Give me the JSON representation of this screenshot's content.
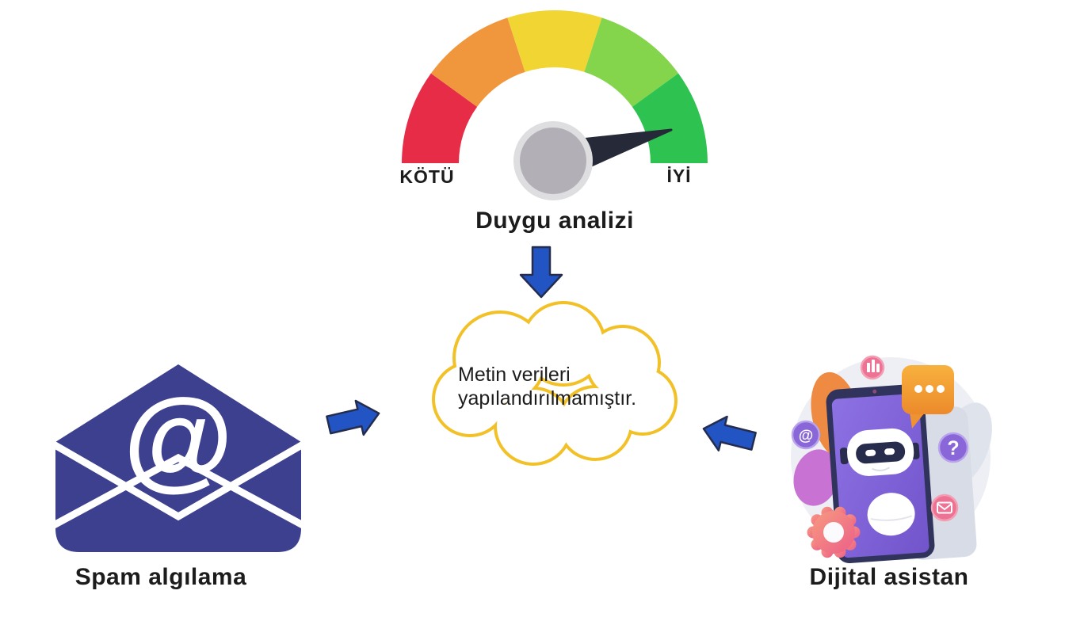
{
  "page": {
    "background": "#ffffff"
  },
  "gauge": {
    "title": "Duygu analizi",
    "label_left": "KÖTÜ",
    "label_right": "İYİ",
    "segments": [
      {
        "name": "red",
        "color": "#e72c48"
      },
      {
        "name": "orange",
        "color": "#f0973d"
      },
      {
        "name": "yellow",
        "color": "#f1d532"
      },
      {
        "name": "light-green",
        "color": "#84d44c"
      },
      {
        "name": "green",
        "color": "#2ec250"
      }
    ],
    "needle_color": "#262a38",
    "hub_fill": "#b2b0b6",
    "hub_ring": "#dedde0"
  },
  "cloud": {
    "line1": "Metin verileri",
    "line2": "yapılandırılmamıştır.",
    "outline_color": "#f2c128",
    "fill": "#ffffff"
  },
  "arrows": {
    "fill": "#2254c4",
    "outline": "#252d4f"
  },
  "spam": {
    "label": "Spam algılama",
    "envelope_color": "#3c408f",
    "fold_color": "#ffffff",
    "at_symbol": "@"
  },
  "assistant": {
    "label": "Dijital asistan",
    "at_badge": "@",
    "question_badge": "?"
  }
}
